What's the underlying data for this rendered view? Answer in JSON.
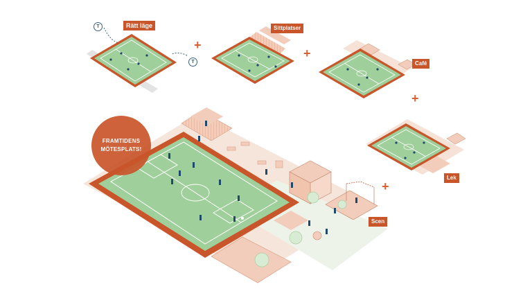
{
  "labels": {
    "ratt_lage": "Rätt läge",
    "sittplatser": "Sittplatser",
    "cafe": "Café",
    "lek": "Lek",
    "scen": "Scen"
  },
  "headline": {
    "line1": "FRAMTIDENS",
    "line2": "MÖTESPLATS!"
  },
  "plus_sign": "+",
  "transit_icon_letter": "T",
  "colors": {
    "accent": "#c9552b",
    "pitch_green": "#9fcf9a",
    "track": "#c9552b",
    "plaza": "#f3ddd0",
    "ink": "#1f4a6b"
  }
}
